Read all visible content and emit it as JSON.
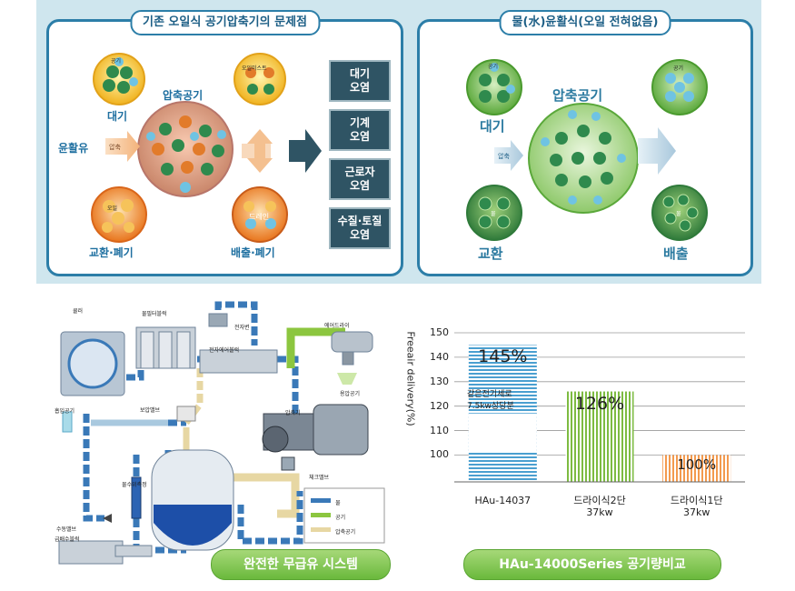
{
  "top_left": {
    "title": "기존 오일식 공기압축기의 문제점",
    "labels": {
      "atmosphere": "대기",
      "lubricant": "윤활유",
      "compressed_air": "압축공기",
      "exchange_disposal": "교환·폐기",
      "discharge_disposal": "배출·폐기",
      "oil_mist": "오일미스트",
      "drain": "드레인",
      "compression": "압축"
    },
    "bubble_words": {
      "air": "공기",
      "oil": "오일"
    },
    "results": [
      {
        "line1": "대기",
        "line2": "오염"
      },
      {
        "line1": "기계",
        "line2": "오염"
      },
      {
        "line1": "근로자",
        "line2": "오염"
      },
      {
        "line1": "수질·토질",
        "line2": "오염"
      }
    ]
  },
  "top_right": {
    "title": "물(水)윤활식(오일 전혀없음)",
    "labels": {
      "atmosphere": "대기",
      "compressed_air": "압축공기",
      "exchange": "교환",
      "discharge": "배출",
      "compression": "압축"
    },
    "bubble_words": {
      "air": "공기",
      "water": "물"
    }
  },
  "system_diagram": {
    "parts": {
      "cooler": "쿨러",
      "filter_block": "물필터블럭",
      "solenoid_valve": "전자변",
      "solenoid_block": "전자에어블럭",
      "air_dryer": "에어드라이",
      "use_air": "용압공기",
      "intake_air": "흡입공기",
      "suction_valve": "보압밸브",
      "compressor": "압축기",
      "check_valve": "체크밸브",
      "water_level": "물수위측정",
      "manual_valve": "수동밸브",
      "drain_block": "급배수블럭"
    },
    "legend": [
      {
        "label": "물",
        "color": "#3a79b8"
      },
      {
        "label": "공기",
        "color": "#8cc63f"
      },
      {
        "label": "압축공기",
        "color": "#e7d7a3"
      }
    ],
    "badge": "완전한 무급유 시스템"
  },
  "chart_badge": "HAu-14000Series 공기량비교",
  "chart_data": {
    "type": "bar",
    "ylabel": "Freeair delivery(%)",
    "ylim": [
      100,
      150
    ],
    "yticks": [
      100,
      110,
      120,
      130,
      140,
      150
    ],
    "categories": [
      {
        "line1": "HAu-14037",
        "line2": ""
      },
      {
        "line1": "드라이식2단",
        "line2": "37kw"
      },
      {
        "line1": "드라이식1단",
        "line2": "37kw"
      }
    ],
    "values": [
      145,
      126,
      100
    ],
    "data_labels": [
      "145%",
      "126%",
      "100%"
    ],
    "colors": [
      "#4a9fd0",
      "#7dbb41",
      "#f39a4e"
    ],
    "annotation_line1": "같은전기세로",
    "annotation_line2": "7.5kw상당분"
  }
}
